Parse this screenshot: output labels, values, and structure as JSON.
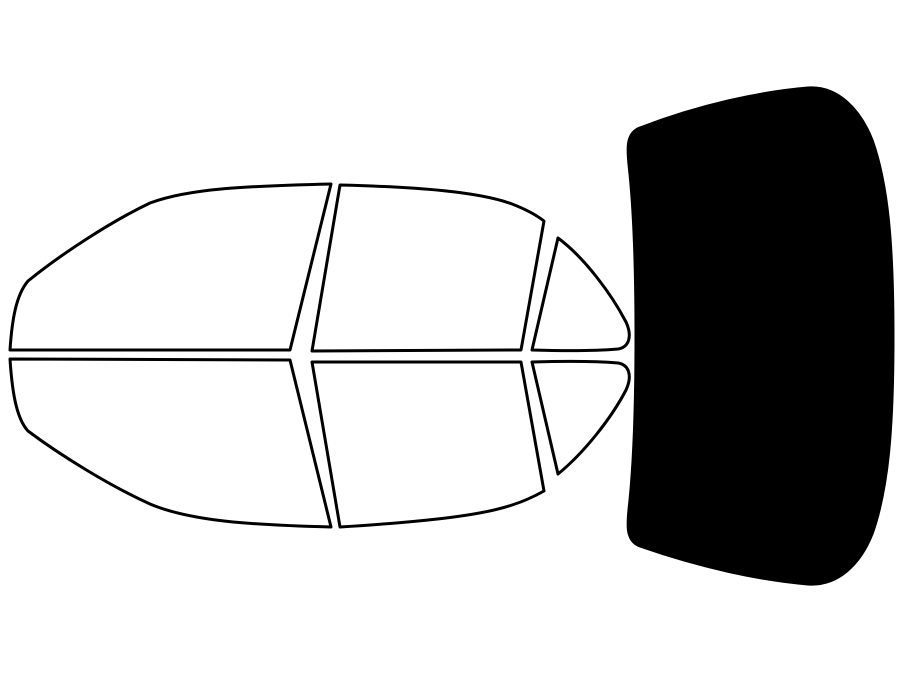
{
  "diagram": {
    "subject": "window-tint-template",
    "colors": {
      "background": "#ffffff",
      "outline": "#000000",
      "tinted_fill": "#000000",
      "untinted_fill": "#ffffff"
    },
    "panes": [
      {
        "id": "front-door-upper-half",
        "tinted": false
      },
      {
        "id": "rear-door-upper-half",
        "tinted": false
      },
      {
        "id": "quarter-glass-upper-half",
        "tinted": false
      },
      {
        "id": "front-door-lower-half",
        "tinted": false
      },
      {
        "id": "rear-door-lower-half",
        "tinted": false
      },
      {
        "id": "quarter-glass-lower-half",
        "tinted": false
      },
      {
        "id": "rear-windshield",
        "tinted": true
      }
    ]
  }
}
